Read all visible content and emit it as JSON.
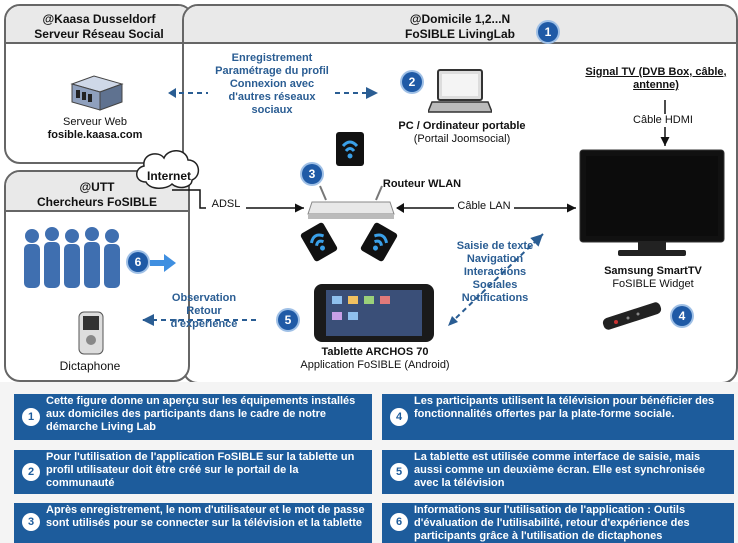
{
  "panels": {
    "kaasa": {
      "title_line1": "@Kaasa Dusseldorf",
      "title_line2": "Serveur Réseau Social"
    },
    "domicile": {
      "title_line1": "@Domicile 1,2...N",
      "title_line2": "FoSIBLE LivingLab"
    },
    "utt": {
      "title_line1": "@UTT",
      "title_line2": "Chercheurs FoSIBLE"
    }
  },
  "labels": {
    "serveur_web": "Serveur Web",
    "serveur_url": "fosible.kaasa.com",
    "enregistrement": [
      "Enregistrement",
      "Paramétrage du profil",
      "Connexion avec",
      "d'autres réseaux",
      "sociaux"
    ],
    "pc_title": "PC / Ordinateur portable",
    "pc_sub": "(Portail Joomsocial)",
    "signal_tv": [
      "Signal TV (DVB Box, câble,",
      "antenne)"
    ],
    "cable_hdmi": "Câble HDMI",
    "internet": "Internet",
    "routeur": "Routeur WLAN",
    "adsl": "ADSL",
    "cable_lan": "Câble LAN",
    "saisie": [
      "Saisie de texte",
      "Navigation",
      "Interactions",
      "Sociales",
      "Notifications"
    ],
    "smarttv_title": "Samsung SmartTV",
    "smarttv_sub": "FoSIBLE Widget",
    "observation": [
      "Observation",
      "Retour",
      "d'expérience"
    ],
    "tablette_title": "Tablette ARCHOS 70",
    "tablette_sub": "Application FoSIBLE (Android)",
    "dictaphone": "Dictaphone"
  },
  "badges": {
    "b1": "1",
    "b2": "2",
    "b3": "3",
    "b4": "4",
    "b5": "5",
    "b6": "6"
  },
  "legend": [
    {
      "num": "1",
      "text": "Cette figure donne un aperçu sur les équipements installés aux domiciles des participants dans le cadre de notre démarche Living Lab"
    },
    {
      "num": "2",
      "text": "Pour l'utilisation de l'application FoSIBLE sur la tablette un profil utilisateur doit être créé sur le portail de la communauté"
    },
    {
      "num": "3",
      "text": "Après enregistrement, le nom d'utilisateur et le mot de passe sont utilisés pour se connecter sur la télévision et la tablette"
    },
    {
      "num": "4",
      "text": "Les participants utilisent la télévision pour bénéficier des fonctionnalités offertes par la plate-forme sociale."
    },
    {
      "num": "5",
      "text": "La tablette est utilisée comme interface de saisie, mais aussi comme un deuxième écran. Elle est synchronisée avec la télévision"
    },
    {
      "num": "6",
      "text": "Informations sur l'utilisation de l'application : Outils d'évaluation de l'utilisabilité, retour d'expérience des participants grâce à l'utilisation de dictaphones"
    }
  ],
  "colors": {
    "accent": "#1f5aa6",
    "legend_bg": "#1d5c9c",
    "arrow_blue": "#2a5d93"
  }
}
